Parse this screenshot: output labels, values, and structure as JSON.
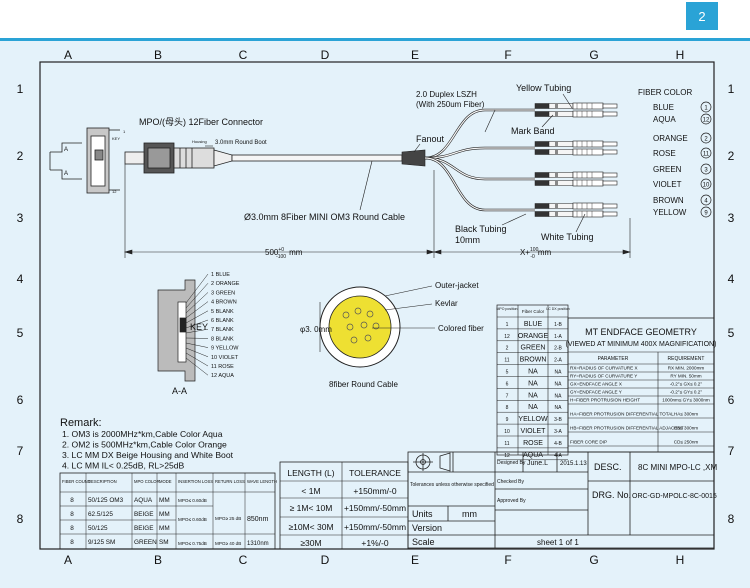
{
  "page": {
    "number": "2"
  },
  "grid": {
    "cols": [
      "A",
      "B",
      "C",
      "D",
      "E",
      "F",
      "G",
      "H"
    ],
    "rows": [
      "1",
      "2",
      "3",
      "4",
      "5",
      "6",
      "7",
      "8"
    ]
  },
  "assembly": {
    "connector_title": "MPO/(母头) 12Fiber Connector",
    "boot_label": "3.0mm Round Boot",
    "housing_label": "Housing",
    "key_label_small": "KEY",
    "section_label": "A",
    "pin_1": "1",
    "pin_12": "12",
    "fanout_label": "Fanout",
    "cable_label": "Ø3.0mm 8Fiber  MINI OM3  Round Cable",
    "duplex_label_1": "2.0 Duplex LSZH",
    "duplex_label_2": "(With 250um Fiber)",
    "yellow_tubing": "Yellow Tubing",
    "mark_band": "Mark Band",
    "black_tubing_1": "Black Tubing",
    "black_tubing_2": "10mm",
    "white_tubing": "White Tubing",
    "length_main": "500",
    "length_main_tol_up": "+0",
    "length_main_tol_dn": "-100",
    "length_main_unit": "mm",
    "length_x": "X+",
    "length_x_tol_up": "100",
    "length_x_tol_dn": "-0",
    "length_x_unit": "mm"
  },
  "fiber_color_legend": {
    "title": "FIBER COLOR",
    "items": [
      {
        "color": "BLUE",
        "num": "1"
      },
      {
        "color": "AQUA",
        "num": "12"
      },
      {
        "color": "ORANGE",
        "num": "2"
      },
      {
        "color": "ROSE",
        "num": "11"
      },
      {
        "color": "GREEN",
        "num": "3"
      },
      {
        "color": "VIOLET",
        "num": "10"
      },
      {
        "color": "BROWN",
        "num": "4"
      },
      {
        "color": "YELLOW",
        "num": "9"
      }
    ]
  },
  "connector_face": {
    "key_label": "KEY",
    "view_label": "A-A",
    "pins": [
      "1 BLUE",
      "2 ORANGE",
      "3 GREEN",
      "4 BROWN",
      "5 BLANK",
      "6 BLANK",
      "7 BLANK",
      "8 BLANK",
      "9 YELLOW",
      "10 VIOLET",
      "11 ROSE",
      "12 AQUA"
    ]
  },
  "cross_section": {
    "diameter_label": "φ3. 0mm",
    "outer_jacket": "Outer-jacket",
    "kevlar": "Kevlar",
    "colored_fiber": "Colored fiber",
    "caption": "8fiber Round Cable"
  },
  "position_table": {
    "headers": [
      "MPO position",
      "Fiber Color",
      "LC DX position"
    ],
    "rows": [
      [
        "1",
        "BLUE",
        "1-B"
      ],
      [
        "12",
        "ORANGE",
        "1-A"
      ],
      [
        "2",
        "GREEN",
        "2-B"
      ],
      [
        "11",
        "BROWN",
        "2-A"
      ],
      [
        "5",
        "NA",
        "NA"
      ],
      [
        "6",
        "NA",
        "NA"
      ],
      [
        "7",
        "NA",
        "NA"
      ],
      [
        "8",
        "NA",
        "NA"
      ],
      [
        "9",
        "YELLOW",
        "3-B"
      ],
      [
        "10",
        "VIOLET",
        "3-A"
      ],
      [
        "11",
        "ROSE",
        "4-B"
      ],
      [
        "12",
        "AQUA",
        "4-A"
      ]
    ]
  },
  "endface": {
    "title": "MT ENDFACE GEOMETRY",
    "subtitle": "(VIEWED AT MINIMUM 400X MAGNIFICATION)",
    "headers": [
      "PARAMETER",
      "REQUIREMENT"
    ],
    "rows": [
      [
        "RX=RADIUS OF CURVATURE X",
        "RX MIN. 2000mm"
      ],
      [
        "RY=RADIUS OF CURVATURE Y",
        "RY MIN. 50mm"
      ],
      [
        "GX=ENDFACE ANGLE X",
        "-0.2°≤ GX≤ 0.2°"
      ],
      [
        "GY=ENDFACE ANGLE Y",
        "-0.2°≤ GY≤ 0.2°"
      ],
      [
        "H=FIBER PROTRUSION HEIGHT",
        "1000nm≤ GY≤ 3000nm"
      ],
      [
        "HA=FIBER PROTRUSION DIFFERENTIAL TOTAL",
        "HA≤ 300nm"
      ],
      [
        "HB=FIBER PROTRUSION DIFFERENTIAL ADJACENT",
        "HB≤ 300nm"
      ],
      [
        "FIBER CORE DIP",
        "CD≤ 250nm"
      ]
    ]
  },
  "remarks": {
    "title": "Remark:",
    "lines": [
      "1. OM3 is 2000MHz*km,Cable  Color Aqua",
      "2. OM2 is 500MHz*km,Cable  Color Orange",
      "3. LC MM DX Beige Housing and White Boot",
      "4. LC MM IL< 0.25dB, RL>25dB"
    ]
  },
  "spec_table": {
    "headers": [
      "FIBER COUNT",
      "DESCRIPTION",
      "MPO COLOR",
      "MODE",
      "INSERTION LOSS",
      "RETURN LOSS",
      "WAVE LENGTH"
    ],
    "rows": [
      [
        "8",
        "50/125 OM3",
        "AQUA",
        "MM",
        "MPO≤ 0.60dB",
        "",
        ""
      ],
      [
        "8",
        "62.5/125",
        "BEIGE",
        "MM",
        "",
        "",
        ""
      ],
      [
        "8",
        "50/125",
        "BEIGE",
        "MM",
        "",
        "",
        ""
      ],
      [
        "8",
        "9/125 SM",
        "GREEN",
        "SM",
        "MPO≤ 0.75dB",
        "MPO≥ 40 dB",
        "1310nm"
      ]
    ],
    "il_merged": "MPO≤ 0.60dB",
    "rl_merged": "MPO≥ 25 dB",
    "wl_merged": "850nm"
  },
  "tolerance_table": {
    "headers": [
      "LENGTH (L)",
      "TOLERANCE"
    ],
    "rows": [
      [
        "< 1M",
        "+150mm/-0"
      ],
      [
        "≥ 1M< 10M",
        "+150mm/-50mm"
      ],
      [
        "≥10M< 30M",
        "+150mm/-50mm"
      ],
      [
        "≥30M",
        "+1%/-0"
      ]
    ]
  },
  "title_block": {
    "tolerance_note": "Tolerances unless otherwise specified",
    "units_label": "Units",
    "units_value": "mm",
    "version_label": "Version",
    "scale_label": "Scale",
    "designed_label": "Designed By",
    "designed_by": "June.L",
    "date": "2015.1.13",
    "checked_label": "Checked By",
    "approved_label": "Approved By",
    "desc_label": "DESC.",
    "desc_value": "8C MINI MPO-LC ,XM",
    "drg_label": "DRG. No.",
    "drg_value": "ORC-GD-MPOLC-8C-0015",
    "sheet": "sheet  1   of    1"
  }
}
